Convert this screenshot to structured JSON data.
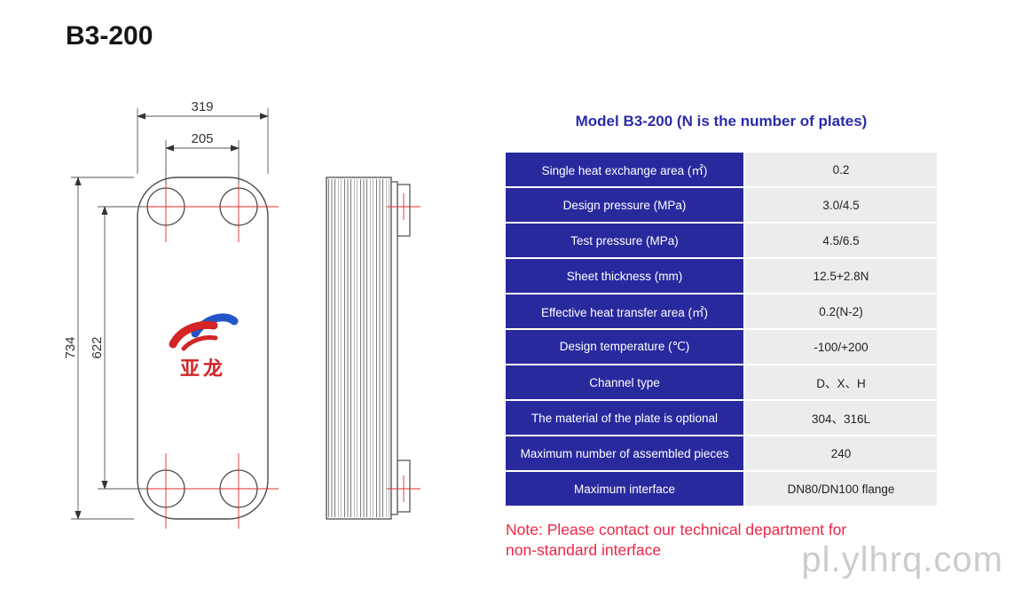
{
  "page": {
    "title": "B3-200",
    "watermark": "pl.ylhrq.com"
  },
  "drawing": {
    "dim_width_outer": "319",
    "dim_width_ports": "205",
    "dim_height_outer": "734",
    "dim_height_ports": "622",
    "logo_text": "亚龙"
  },
  "table": {
    "title": "Model B3-200 (N is the number of plates)",
    "rows": [
      {
        "label": "Single heat exchange area (㎡)",
        "value": "0.2"
      },
      {
        "label": "Design pressure (MPa)",
        "value": "3.0/4.5"
      },
      {
        "label": "Test pressure (MPa)",
        "value": "4.5/6.5"
      },
      {
        "label": "Sheet thickness (mm)",
        "value": "12.5+2.8N"
      },
      {
        "label": "Effective heat transfer area (㎡)",
        "value": "0.2(N-2)"
      },
      {
        "label": "Design temperature (℃)",
        "value": "-100/+200"
      },
      {
        "label": "Channel type",
        "value": "D、X、H"
      },
      {
        "label": "The material of the plate is optional",
        "value": "304、316L"
      },
      {
        "label": "Maximum number of assembled pieces",
        "value": "240"
      },
      {
        "label": "Maximum interface",
        "value": "DN80/DN100 flange"
      }
    ]
  },
  "note": {
    "line1": "Note: Please contact our technical department for",
    "line2": "non-standard interface"
  }
}
